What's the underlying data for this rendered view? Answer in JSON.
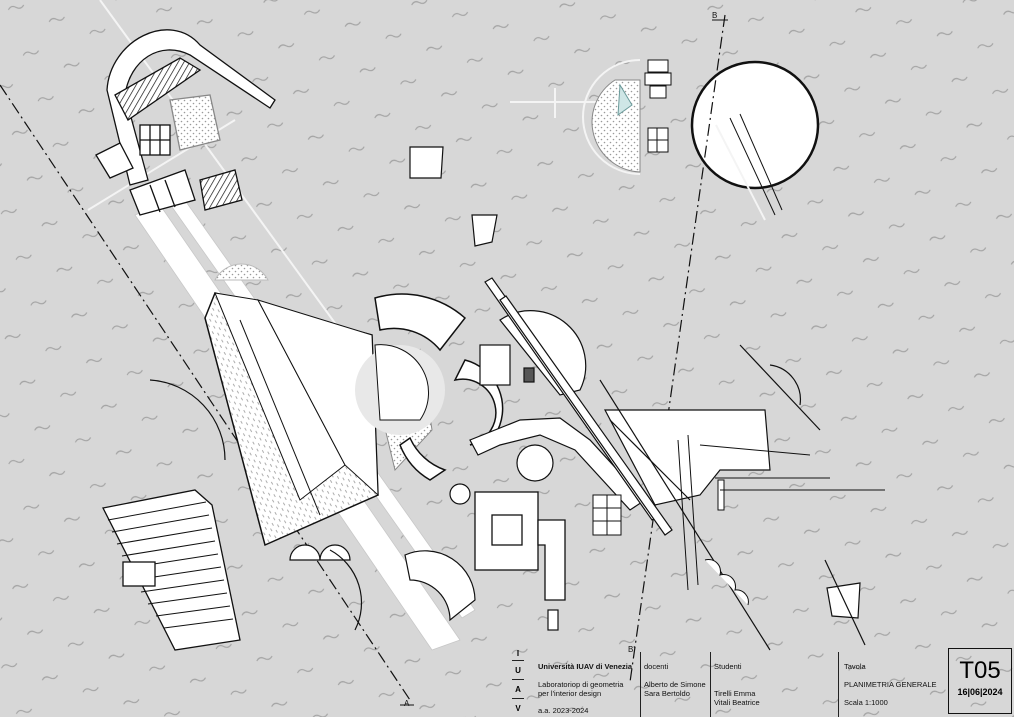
{
  "section_marks": {
    "b_top": "B",
    "b_bottom": "B'",
    "a_bottom": "A"
  },
  "title_block": {
    "university": "Università IUAV di Venezia",
    "iuav_letters": [
      "I",
      "U",
      "A",
      "V"
    ],
    "course_line1": "Laboratoriop di geometria",
    "course_line2": "per l'interior design",
    "academic_year": "a.a. 2023-2024",
    "docenti_label": "docenti",
    "docenti": [
      "Alberto de Simone",
      "Sara Bertoldo"
    ],
    "studenti_label": "Studenti",
    "studenti": [
      "Tirelli Emma",
      "Vitali Beatrice"
    ],
    "tavola_label": "Tavola",
    "tavola_title": "PLANIMETRIA GENERALE",
    "scale": "Scala 1:1000",
    "sheet_code": "T05",
    "date": "16|06|2024"
  },
  "colors": {
    "background": "#d7d7d7",
    "ink": "#111111",
    "fill_white": "#ffffff",
    "hatch_grey": "#9a9a9a",
    "wave": "#a3a3a3",
    "white_line": "#f4f4f4"
  }
}
